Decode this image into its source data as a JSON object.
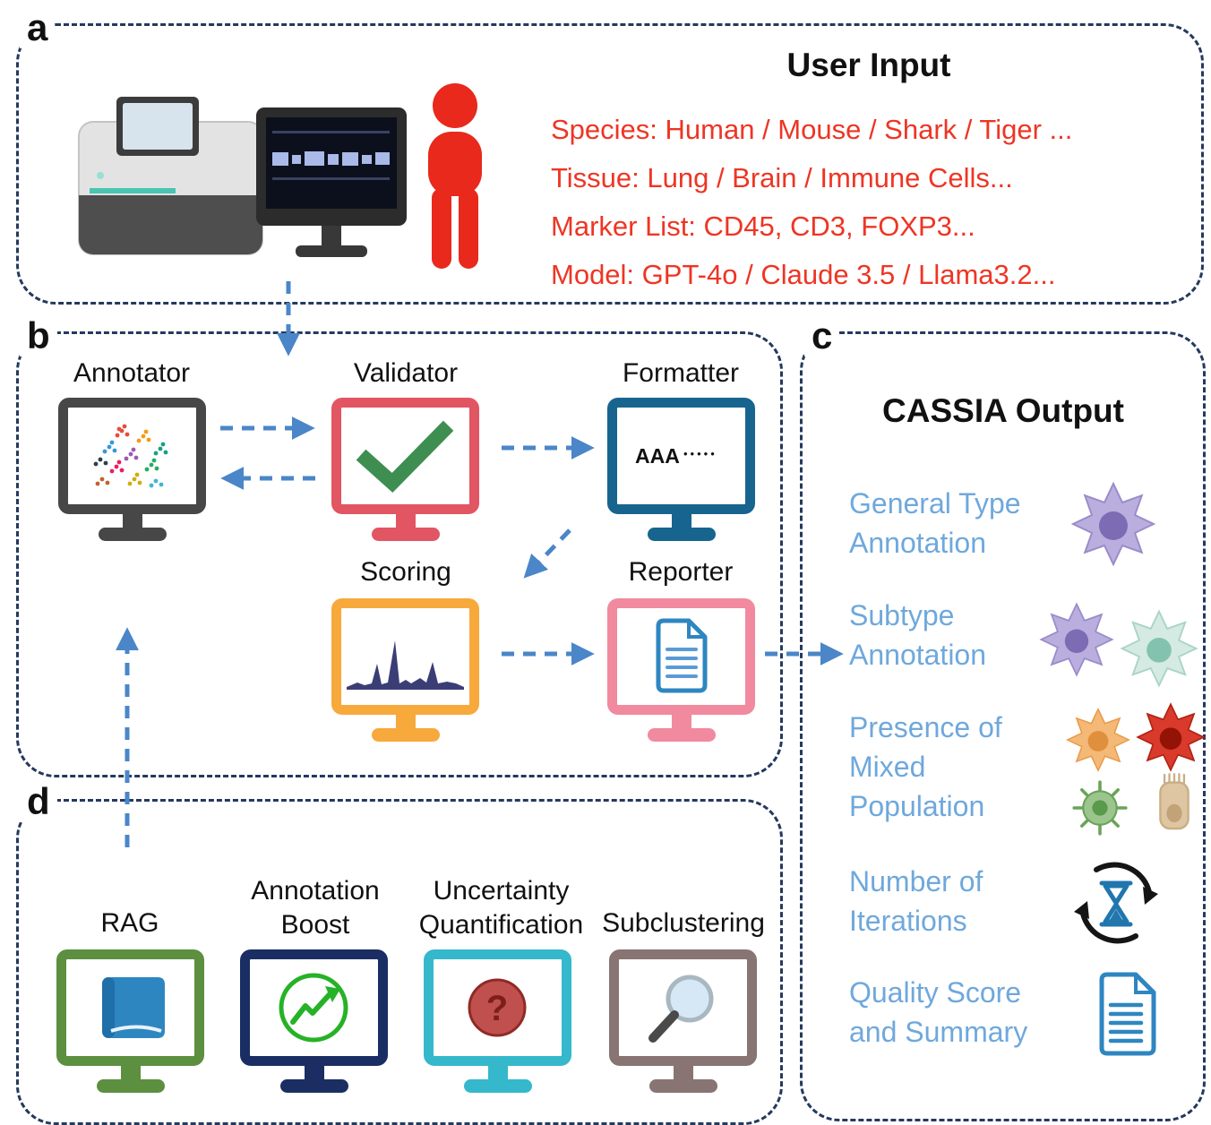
{
  "colors": {
    "panel_border": "#24395e",
    "arrow": "#4a86c8",
    "input_text": "#ee3524",
    "output_text": "#6fa8dc"
  },
  "panel_a": {
    "tag": "a",
    "title": "User Input",
    "lines": [
      "Species: Human / Mouse / Shark / Tiger ...",
      "Tissue: Lung / Brain / Immune Cells...",
      "Marker List: CD45, CD3, FOXP3...",
      "Model: GPT-4o / Claude 3.5 / Llama3.2..."
    ]
  },
  "panel_b": {
    "tag": "b",
    "agents": [
      {
        "name": "Annotator",
        "color": "#474747"
      },
      {
        "name": "Validator",
        "color": "#e25563"
      },
      {
        "name": "Formatter",
        "color": "#17658f",
        "screen_text": "AAA",
        "screen_dots": "•••••"
      },
      {
        "name": "Scoring",
        "color": "#f7a93c"
      },
      {
        "name": "Reporter",
        "color": "#f18a9e"
      }
    ]
  },
  "panel_c": {
    "tag": "c",
    "title": "CASSIA Output",
    "items": [
      {
        "label": "General Type Annotation"
      },
      {
        "label": "Subtype Annotation"
      },
      {
        "label": "Presence of Mixed Population"
      },
      {
        "label": "Number of Iterations"
      },
      {
        "label": "Quality Score and Summary"
      }
    ]
  },
  "panel_d": {
    "tag": "d",
    "modules": [
      {
        "name": "RAG",
        "color": "#5c8f3f"
      },
      {
        "name": "Annotation Boost",
        "color": "#1b2e63"
      },
      {
        "name": "Uncertainty Quantification",
        "color": "#35b8cb",
        "screen_text": "?"
      },
      {
        "name": "Subclustering",
        "color": "#877473"
      }
    ]
  }
}
